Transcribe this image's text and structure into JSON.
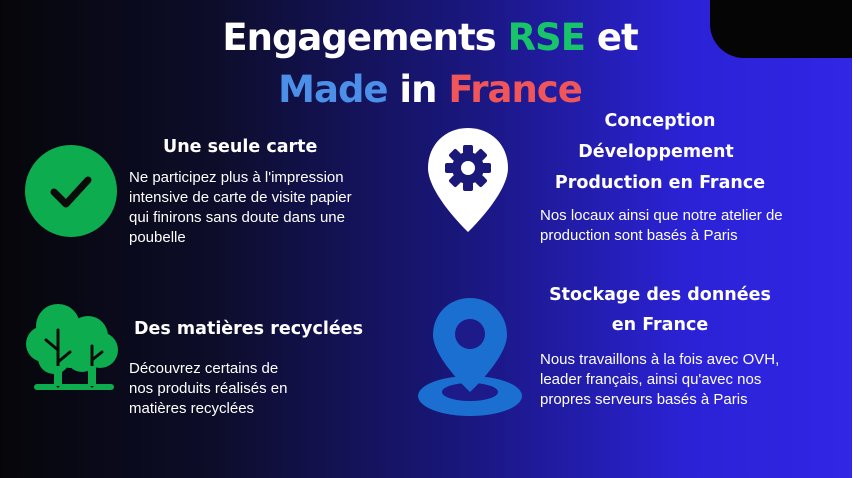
{
  "title": {
    "line1": [
      {
        "text": "Engagements ",
        "color": "#ffffff"
      },
      {
        "text": "RSE",
        "color": "#18c46a"
      },
      {
        "text": " et",
        "color": "#ffffff"
      }
    ],
    "line2": [
      {
        "text": "Made",
        "color": "#4b8fe8"
      },
      {
        "text": " in ",
        "color": "#ffffff"
      },
      {
        "text": "France",
        "color": "#f0555a"
      }
    ]
  },
  "features": {
    "card": {
      "icon": "check-circle-icon",
      "icon_color": "#0dad4f",
      "heading": "Une seule carte",
      "lines": [
        "Ne participez plus à l'impression",
        "intensive de carte de visite papier",
        "qui finirons sans doute dans une",
        "poubelle"
      ]
    },
    "recycled": {
      "icon": "trees-icon",
      "icon_color": "#0dad4f",
      "heading": "Des matières recyclées",
      "lines": [
        "Découvrez certains de",
        "nos produits réalisés en",
        "matières recyclées"
      ]
    },
    "production": {
      "icon": "gear-pin-icon",
      "icon_color": "#ffffff",
      "heading_lines": [
        "Conception",
        "Développement",
        "Production en France"
      ],
      "lines": [
        "Nos locaux ainsi que notre atelier de",
        "production sont basés à Paris"
      ]
    },
    "storage": {
      "icon": "map-pin-icon",
      "icon_color": "#1a6fd0",
      "heading_lines": [
        "Stockage des données",
        "en France"
      ],
      "lines": [
        "Nous travaillons à la fois avec OVH,",
        "leader français, ainsi qu'avec nos",
        "propres serveurs basés à Paris"
      ]
    }
  }
}
